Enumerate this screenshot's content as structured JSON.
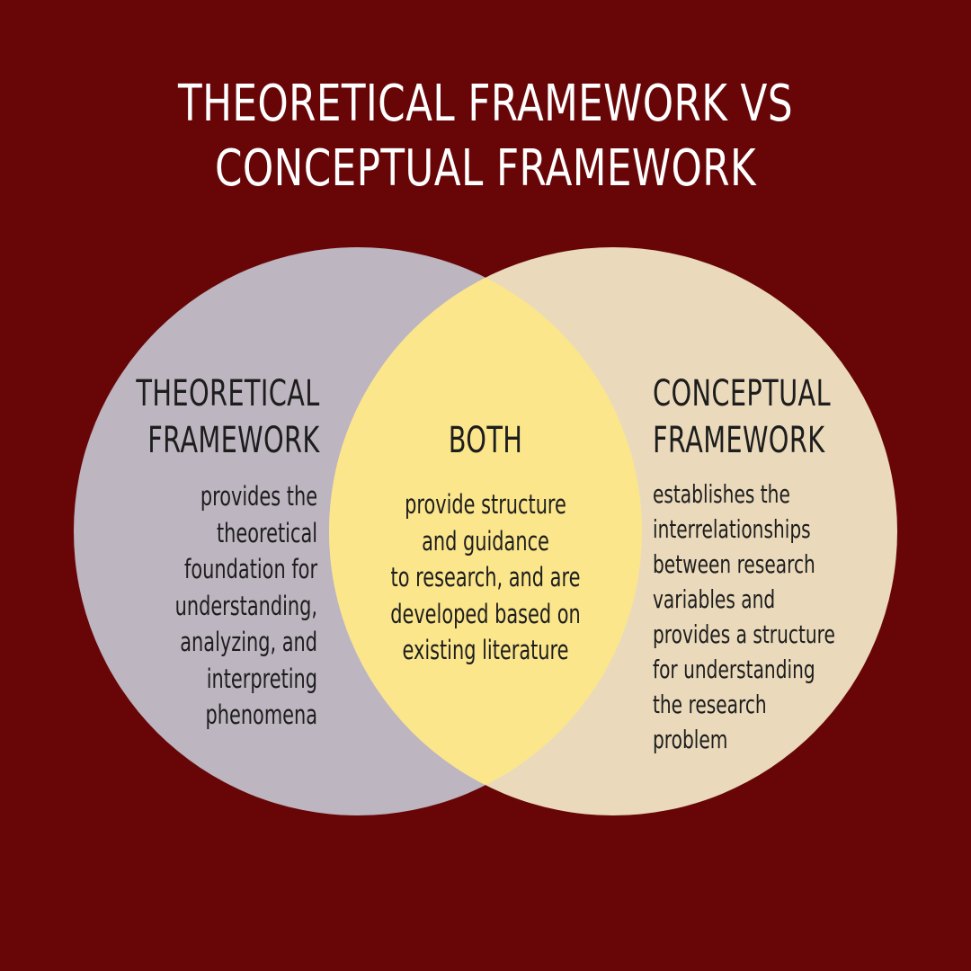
{
  "title": {
    "line1": "THEORETICAL FRAMEWORK VS",
    "line2": "CONCEPTUAL FRAMEWORK"
  },
  "colors": {
    "background": "#680607",
    "title_text": "#ffffff",
    "left_circle": "#bdb5c0",
    "right_circle": "#eadabb",
    "overlap": "#fbe68c",
    "body_text": "#1d1d1d"
  },
  "left": {
    "label": [
      "THEORETICAL",
      "FRAMEWORK"
    ],
    "description": [
      "provides the",
      "theoretical",
      "foundation for",
      "understanding,",
      "analyzing, and",
      "interpreting",
      "phenomena"
    ]
  },
  "both": {
    "label": "BOTH",
    "description": [
      "provide structure",
      "and guidance",
      "to research, and are",
      "developed based on",
      "existing literature"
    ]
  },
  "right": {
    "label": [
      "CONCEPTUAL",
      "FRAMEWORK"
    ],
    "description": [
      "establishes the",
      "interrelationships",
      "between research",
      "variables and",
      "provides a structure",
      "for understanding",
      "the research",
      "problem"
    ]
  }
}
